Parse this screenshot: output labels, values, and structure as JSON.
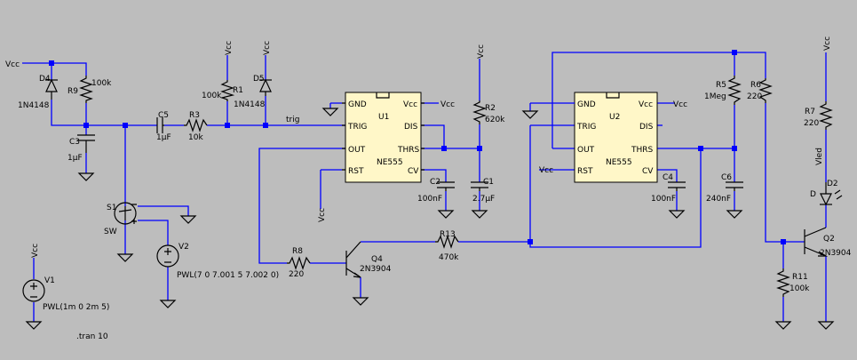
{
  "labels": {
    "vcc": "Vcc",
    "trig_net": "trig",
    "vled_net": "Vled",
    "d_label": "D",
    "directive": ".tran 10"
  },
  "components": {
    "D4": {
      "name": "D4",
      "value": "1N4148"
    },
    "D5": {
      "name": "D5",
      "value": "1N4148"
    },
    "D2": {
      "name": "D2"
    },
    "R9": {
      "name": "R9",
      "value": "100k"
    },
    "R1": {
      "name": "R1",
      "value": "100k"
    },
    "R3": {
      "name": "R3",
      "value": "10k"
    },
    "R2": {
      "name": "R2",
      "value": "620k"
    },
    "R5": {
      "name": "R5",
      "value": "1Meg"
    },
    "R6": {
      "name": "R6",
      "value": "220"
    },
    "R7": {
      "name": "R7",
      "value": "220"
    },
    "R8": {
      "name": "R8",
      "value": "220"
    },
    "R13": {
      "name": "R13",
      "value": "470k"
    },
    "R11": {
      "name": "R11",
      "value": "100k"
    },
    "C3": {
      "name": "C3",
      "value": "1µF"
    },
    "C5": {
      "name": "C5",
      "value": "1µF"
    },
    "C2": {
      "name": "C2",
      "value": "100nF"
    },
    "C1": {
      "name": "C1",
      "value": "2.7µF"
    },
    "C4": {
      "name": "C4",
      "value": "100nF"
    },
    "C6": {
      "name": "C6",
      "value": "240nF"
    },
    "S1": {
      "name": "S1",
      "value": "SW"
    },
    "V1": {
      "name": "V1",
      "value": "PWL(1m 0 2m 5)"
    },
    "V2": {
      "name": "V2",
      "value": "PWL(7 0 7.001 5 7.002 0)"
    },
    "Q4": {
      "name": "Q4",
      "value": "2N3904"
    },
    "Q2": {
      "name": "Q2",
      "value": "2N3904"
    }
  },
  "ic_u1": {
    "name": "U1",
    "part": "NE555",
    "pins": {
      "gnd": "GND",
      "trig": "TRIG",
      "out": "OUT",
      "rst": "RST",
      "vcc": "Vcc",
      "dis": "DIS",
      "thrs": "THRS",
      "cv": "CV"
    }
  },
  "ic_u2": {
    "name": "U2",
    "part": "NE555",
    "pins": {
      "gnd": "GND",
      "trig": "TRIG",
      "out": "OUT",
      "rst": "RST",
      "vcc": "Vcc",
      "dis": "DIS",
      "thrs": "THRS",
      "cv": "CV"
    }
  },
  "colors": {
    "background": "#bdbdbd",
    "wire": "#0000ff",
    "ic_fill": "#fff7c8",
    "component": "#000000"
  }
}
